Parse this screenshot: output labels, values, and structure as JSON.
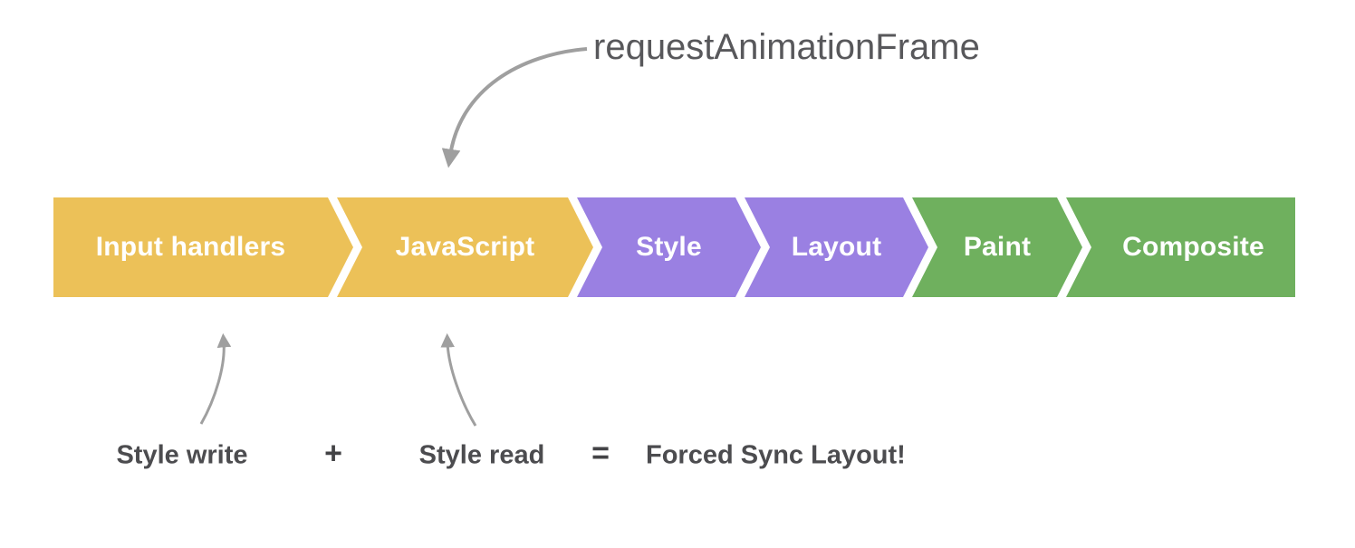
{
  "colors": {
    "amber": "#ecc158",
    "purple": "#9a80e2",
    "green": "#6fb05e",
    "arrow_gray": "#9f9f9f",
    "annotation_gray": "#58585b",
    "equation_gray": "#4c4c4f",
    "step_text": "#ffffff",
    "background": "#ffffff"
  },
  "annotation_top": {
    "label": "requestAnimationFrame"
  },
  "pipeline": {
    "steps": [
      {
        "label": "Input handlers",
        "color": "#ecc158"
      },
      {
        "label": "JavaScript",
        "color": "#ecc158"
      },
      {
        "label": "Style",
        "color": "#9a80e2"
      },
      {
        "label": "Layout",
        "color": "#9a80e2"
      },
      {
        "label": "Paint",
        "color": "#6fb05e"
      },
      {
        "label": "Composite",
        "color": "#6fb05e"
      }
    ]
  },
  "equation": {
    "write_label": "Style write",
    "plus": "+",
    "read_label": "Style read",
    "equals": "=",
    "result_label": "Forced Sync Layout!"
  }
}
